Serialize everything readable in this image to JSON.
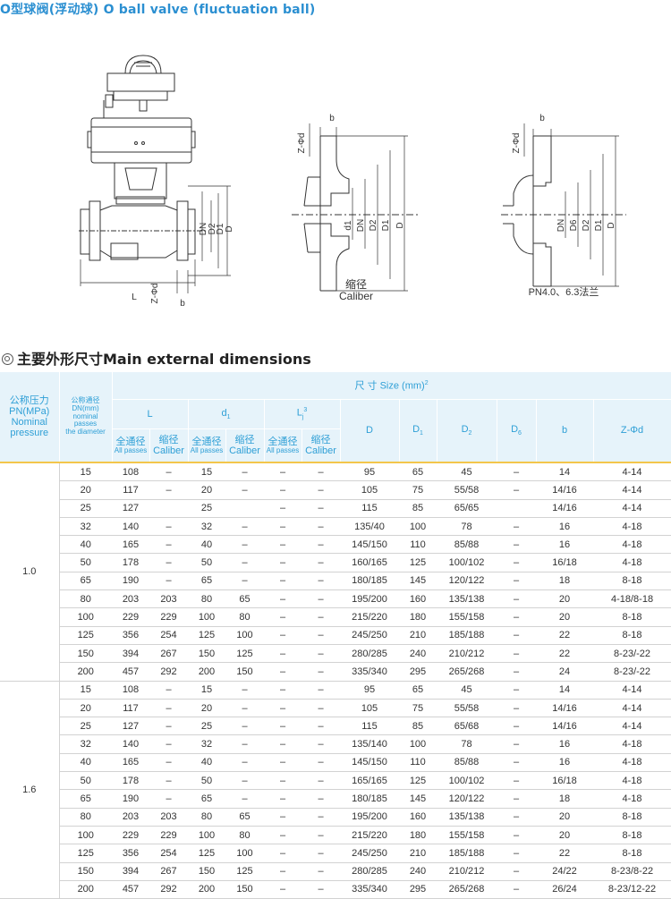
{
  "title": "O型球阀(浮动球) O ball valve (fluctuation ball)",
  "drawing": {
    "labels": [
      "Z-Φd",
      "b",
      "DN",
      "D2",
      "D1",
      "D",
      "L",
      "d1",
      "DN",
      "D2",
      "D1",
      "D",
      "Z-Φd",
      "b",
      "DN",
      "D6",
      "D2",
      "D1",
      "D"
    ],
    "caliber_cn": "缩径",
    "caliber_en": "Caliber",
    "pn_note": "PN4.0、6.3法兰"
  },
  "section_title": "主要外形尺寸Main external dimensions",
  "header": {
    "pressure": [
      "公称压力",
      "PN(MPa)",
      "Nominal",
      "pressure"
    ],
    "diameter": [
      "公称通径",
      "DN(mm)",
      "nominal",
      "passes",
      "the diameter"
    ],
    "size": "尺 寸 Size (mm)",
    "size_sup": "2",
    "L": "L",
    "d1": "d",
    "d1_sub": "1",
    "Lj": "L",
    "Lj_sub": "j",
    "Lj_sup": "3",
    "all_cn": "全通径",
    "all_en": "All passes",
    "cal_cn": "缩径",
    "cal_en": "Caliber",
    "D": "D",
    "D1": "D",
    "D1_sub": "1",
    "D2": "D",
    "D2_sub": "2",
    "D6": "D",
    "D6_sub": "6",
    "b": "b",
    "Zd": "Z-Φd"
  },
  "groups": [
    {
      "pn": "1.0",
      "rows": [
        [
          "15",
          "108",
          "–",
          "15",
          "–",
          "–",
          "–",
          "95",
          "65",
          "45",
          "–",
          "14",
          "4-14"
        ],
        [
          "20",
          "117",
          "–",
          "20",
          "–",
          "–",
          "–",
          "105",
          "75",
          "55/58",
          "–",
          "14/16",
          "4-14"
        ],
        [
          "25",
          "127",
          "",
          "25",
          "",
          "–",
          "–",
          "115",
          "85",
          "65/65",
          "",
          "14/16",
          "4-14"
        ],
        [
          "32",
          "140",
          "–",
          "32",
          "–",
          "–",
          "–",
          "135/40",
          "100",
          "78",
          "–",
          "16",
          "4-18"
        ],
        [
          "40",
          "165",
          "–",
          "40",
          "–",
          "–",
          "–",
          "145/150",
          "110",
          "85/88",
          "–",
          "16",
          "4-18"
        ],
        [
          "50",
          "178",
          "–",
          "50",
          "–",
          "–",
          "–",
          "160/165",
          "125",
          "100/102",
          "–",
          "16/18",
          "4-18"
        ],
        [
          "65",
          "190",
          "–",
          "65",
          "–",
          "–",
          "–",
          "180/185",
          "145",
          "120/122",
          "–",
          "18",
          "8-18"
        ],
        [
          "80",
          "203",
          "203",
          "80",
          "65",
          "–",
          "–",
          "195/200",
          "160",
          "135/138",
          "–",
          "20",
          "4-18/8-18"
        ],
        [
          "100",
          "229",
          "229",
          "100",
          "80",
          "–",
          "–",
          "215/220",
          "180",
          "155/158",
          "–",
          "20",
          "8-18"
        ],
        [
          "125",
          "356",
          "254",
          "125",
          "100",
          "–",
          "–",
          "245/250",
          "210",
          "185/188",
          "–",
          "22",
          "8-18"
        ],
        [
          "150",
          "394",
          "267",
          "150",
          "125",
          "–",
          "–",
          "280/285",
          "240",
          "210/212",
          "–",
          "22",
          "8-23/-22"
        ],
        [
          "200",
          "457",
          "292",
          "200",
          "150",
          "–",
          "–",
          "335/340",
          "295",
          "265/268",
          "–",
          "24",
          "8-23/-22"
        ]
      ]
    },
    {
      "pn": "1.6",
      "rows": [
        [
          "15",
          "108",
          "–",
          "15",
          "–",
          "–",
          "–",
          "95",
          "65",
          "45",
          "–",
          "14",
          "4-14"
        ],
        [
          "20",
          "117",
          "–",
          "20",
          "–",
          "–",
          "–",
          "105",
          "75",
          "55/58",
          "–",
          "14/16",
          "4-14"
        ],
        [
          "25",
          "127",
          "–",
          "25",
          "–",
          "–",
          "–",
          "115",
          "85",
          "65/68",
          "–",
          "14/16",
          "4-14"
        ],
        [
          "32",
          "140",
          "–",
          "32",
          "–",
          "–",
          "–",
          "135/140",
          "100",
          "78",
          "–",
          "16",
          "4-18"
        ],
        [
          "40",
          "165",
          "–",
          "40",
          "–",
          "–",
          "–",
          "145/150",
          "110",
          "85/88",
          "–",
          "16",
          "4-18"
        ],
        [
          "50",
          "178",
          "–",
          "50",
          "–",
          "–",
          "–",
          "165/165",
          "125",
          "100/102",
          "–",
          "16/18",
          "4-18"
        ],
        [
          "65",
          "190",
          "–",
          "65",
          "–",
          "–",
          "–",
          "180/185",
          "145",
          "120/122",
          "–",
          "18",
          "4-18"
        ],
        [
          "80",
          "203",
          "203",
          "80",
          "65",
          "–",
          "–",
          "195/200",
          "160",
          "135/138",
          "–",
          "20",
          "8-18"
        ],
        [
          "100",
          "229",
          "229",
          "100",
          "80",
          "–",
          "–",
          "215/220",
          "180",
          "155/158",
          "–",
          "20",
          "8-18"
        ],
        [
          "125",
          "356",
          "254",
          "125",
          "100",
          "–",
          "–",
          "245/250",
          "210",
          "185/188",
          "–",
          "22",
          "8-18"
        ],
        [
          "150",
          "394",
          "267",
          "150",
          "125",
          "–",
          "–",
          "280/285",
          "240",
          "210/212",
          "–",
          "24/22",
          "8-23/8-22"
        ],
        [
          "200",
          "457",
          "292",
          "200",
          "150",
          "–",
          "–",
          "335/340",
          "295",
          "265/268",
          "–",
          "26/24",
          "8-23/12-22"
        ]
      ]
    }
  ]
}
